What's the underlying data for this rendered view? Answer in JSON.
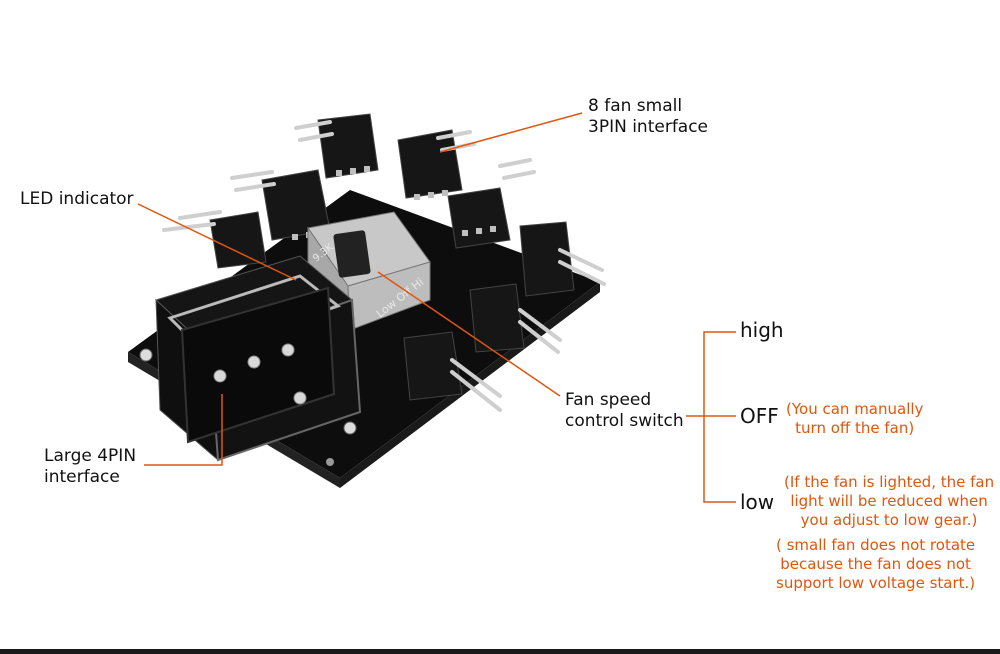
{
  "colors": {
    "accent": "#e0560f",
    "board": "#0d0d0d",
    "text": "#111111"
  },
  "labels": {
    "small_3pin": "8 fan small\n3PIN interface",
    "led": "LED indicator",
    "large_4pin": "Large 4PIN\ninterface",
    "switch": "Fan speed\ncontrol switch"
  },
  "speed": {
    "high": "high",
    "off": "OFF",
    "low": "low",
    "off_note": "(You can manually\nturn off the fan)",
    "low_note_1": "(If the fan is lighted, the fan\nlight will be reduced when\nyou adjust to low gear.)",
    "low_note_2": "( small fan does not rotate\nbecause the fan does not\nsupport low voltage start.)"
  },
  "board_marks": {
    "switch_positions": "Low  Off  Hi",
    "model": "9.3K"
  }
}
